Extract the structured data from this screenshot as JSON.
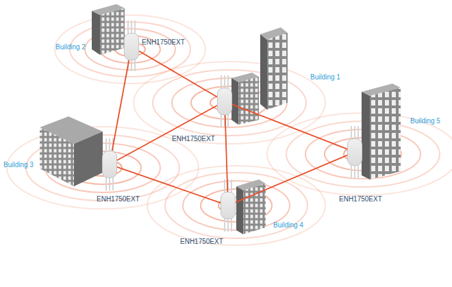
{
  "diagram": {
    "nodes": [
      {
        "text": [
          "Building 2",
          "ENH1750EXT"
        ]
      },
      {
        "text": [
          "Building 1",
          "ENH1750EXT"
        ]
      },
      {
        "text": [
          "Building 3",
          "ENH1750EXT"
        ]
      },
      {
        "text": [
          "Building 5",
          "ENH1750EXT"
        ]
      },
      {
        "text": [
          "Building 4",
          "ENH1750EXT"
        ]
      }
    ],
    "edges": [
      {
        "from": 0,
        "to": 2,
        "arrow": "none"
      },
      {
        "from": 0,
        "to": 1,
        "arrow": "none"
      },
      {
        "from": 2,
        "to": 1,
        "arrow": "none"
      },
      {
        "from": 1,
        "to": 3,
        "arrow": "none"
      },
      {
        "from": 1,
        "to": 4,
        "arrow": "none"
      },
      {
        "from": 2,
        "to": 4,
        "arrow": "none"
      },
      {
        "from": 4,
        "to": 3,
        "arrow": "none"
      }
    ]
  }
}
